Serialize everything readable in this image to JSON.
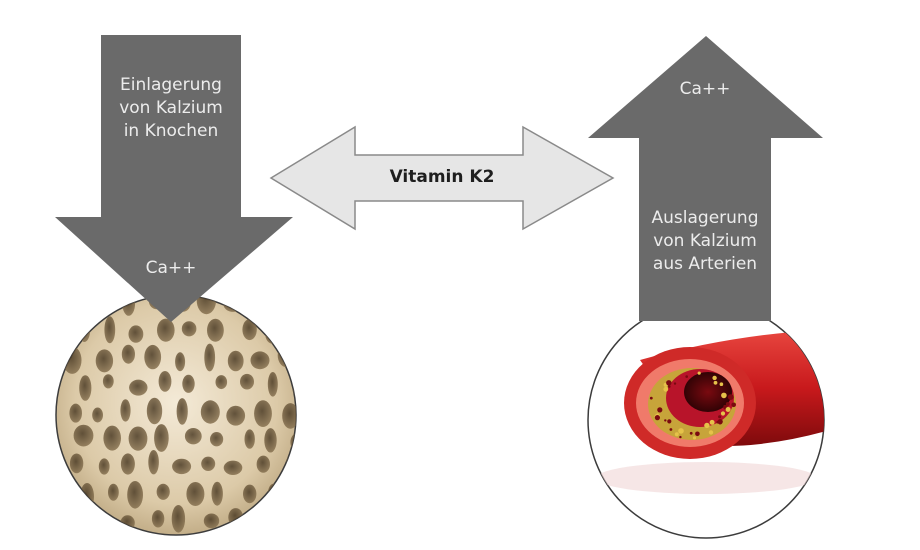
{
  "diagram": {
    "left_arrow": {
      "lines": [
        "Einlagerung",
        "von Kalzium",
        "in Knochen"
      ],
      "ion": "Ca++"
    },
    "center_arrow": {
      "label": "Vitamin K2"
    },
    "right_arrow": {
      "ion": "Ca++",
      "lines": [
        "Auslagerung",
        "von Kalzium",
        "aus Arterien"
      ]
    },
    "images": {
      "left": "bone-tissue-illustration",
      "right": "calcified-artery-illustration"
    },
    "colors": {
      "arrow_fill": "#6a6a6a",
      "arrow_text": "#ececec",
      "double_arrow_fill": "#e6e6e6",
      "double_arrow_stroke": "#8a8a8a",
      "artery_red": "#c8191c",
      "bone": "#e9dcc4"
    }
  }
}
